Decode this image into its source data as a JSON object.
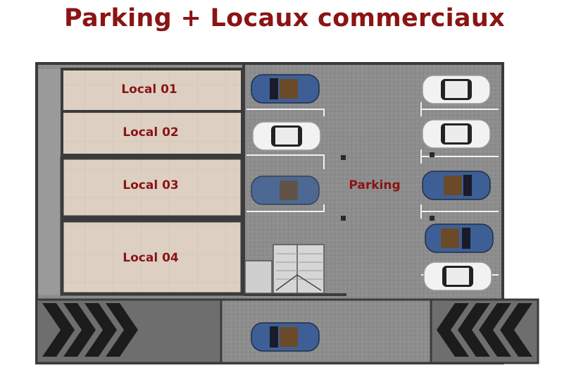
{
  "title": "Parking + Locaux commerciaux",
  "units": [
    {
      "label": "Local 01"
    },
    {
      "label": "Local 02"
    },
    {
      "label": "Local 03"
    },
    {
      "label": "Local 04"
    }
  ],
  "parking_label": "Parking",
  "colors": {
    "title": "#8b1414",
    "wall": "#3b3b3b",
    "floor_parking": "#8f8f8f",
    "floor_local": "#ddd0c2",
    "car_blue": "#3e5f95",
    "car_white": "#f2f2f2"
  },
  "icons": [
    "car-icon",
    "stairs-icon",
    "ramp-chevron-icon"
  ]
}
